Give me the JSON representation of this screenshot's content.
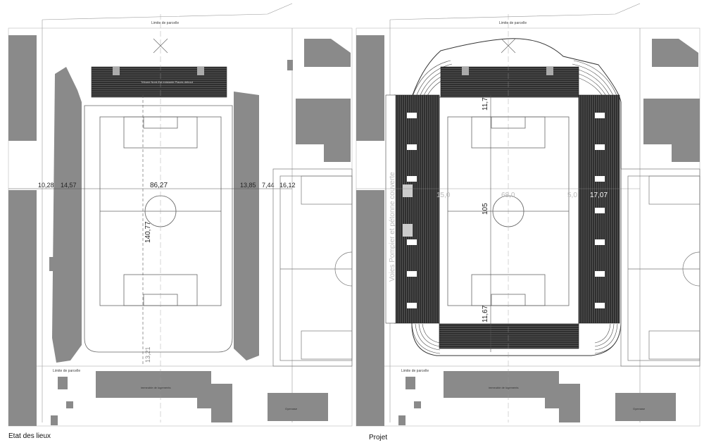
{
  "left_panel": {
    "caption": "Etat des lieux",
    "limit_label": "Limite de parcelle",
    "stand_north_label": "Tribune Nord-Est existante Places debout",
    "dim_10_28": "10,28",
    "dim_14_57": "14,57",
    "dim_86_27": "86,27",
    "dim_13_85": "13,85",
    "dim_7_44": "7,44",
    "dim_16_12": "16,12",
    "dim_140_77": "140,77",
    "dim_13_21": "13,21",
    "building_label": "immeuble de logements",
    "building_small_label": "Gymnase"
  },
  "right_panel": {
    "caption": "Projet",
    "limit_label": "Limite de parcelle",
    "voie_label": "Voies Pompier et pétonne couverte",
    "dim_11_7": "11,7",
    "dim_11_67": "11,67",
    "dim_105": "105",
    "dim_68_0": "68,0",
    "dim_15_0": "15,0",
    "dim_5_0": "5,0",
    "dim_17_07": "17,07",
    "building_label": "immeuble de logements",
    "building_small_label": "Gymnase"
  },
  "colors": {
    "building": "#8a8a8a",
    "stand_dark": "#4a4a4a",
    "seating": "#3a3a3a",
    "line": "#444444",
    "thin_line": "#9a9a9a"
  }
}
